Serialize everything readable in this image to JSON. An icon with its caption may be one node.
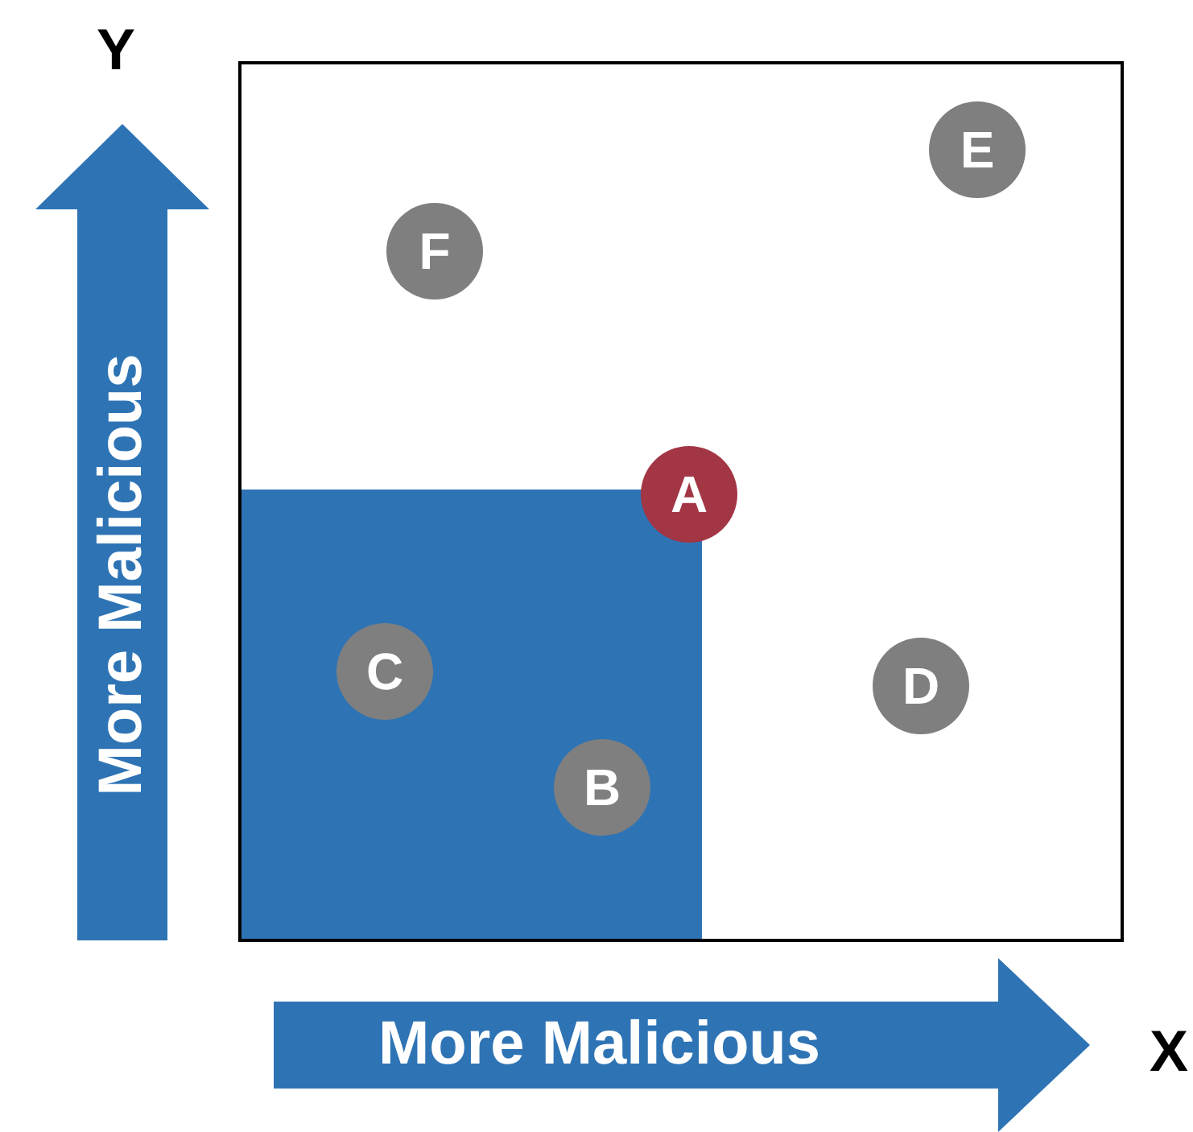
{
  "diagram": {
    "nodes": [
      {
        "text": [],
        "shape": "box"
      },
      {
        "text": [],
        "shape": "box",
        "in": 0
      },
      {
        "text": [
          "F"
        ],
        "in": 0
      },
      {
        "text": [
          "E"
        ],
        "in": 0
      },
      {
        "text": [
          "A"
        ],
        "in": 0
      },
      {
        "text": [
          "C"
        ],
        "in": 1
      },
      {
        "text": [
          "B"
        ],
        "in": 1
      },
      {
        "text": [
          "D"
        ],
        "in": 0
      },
      {
        "text": [
          "More Malicious"
        ]
      },
      {
        "text": [
          "More Malicious"
        ]
      }
    ],
    "labels": [
      "Y",
      "X"
    ]
  }
}
